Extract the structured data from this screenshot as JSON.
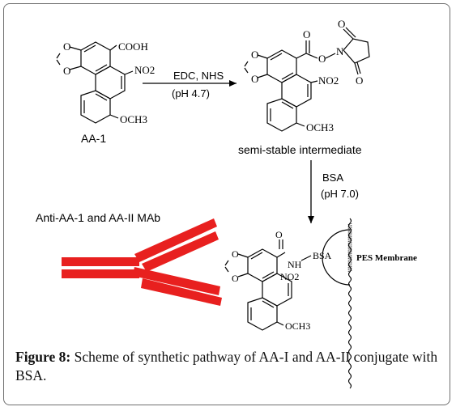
{
  "figure": {
    "compounds": {
      "aa1_label": "AA-1",
      "intermediate_label": "semi-stable intermediate"
    },
    "steps": {
      "step1_reagents": "EDC, NHS",
      "step1_condition": "(pH 4.7)",
      "step2_reagent": "BSA",
      "step2_condition": "(pH 7.0)"
    },
    "antibody_label": "Anti-AA-1 and AA-II MAb",
    "membrane_label": "PES Membrane",
    "atoms": {
      "cooh": "COOH",
      "no2": "NO2",
      "och3": "OCH3",
      "o": "O",
      "n": "N",
      "nh": "NH",
      "bsa": "BSA"
    },
    "colors": {
      "antibody": "#e8201f",
      "frame": "#6f6f6f"
    }
  },
  "caption": {
    "lead": "Figure 8:",
    "text": "Scheme of synthetic pathway of AA-I and AA-II conjugate with BSA."
  }
}
